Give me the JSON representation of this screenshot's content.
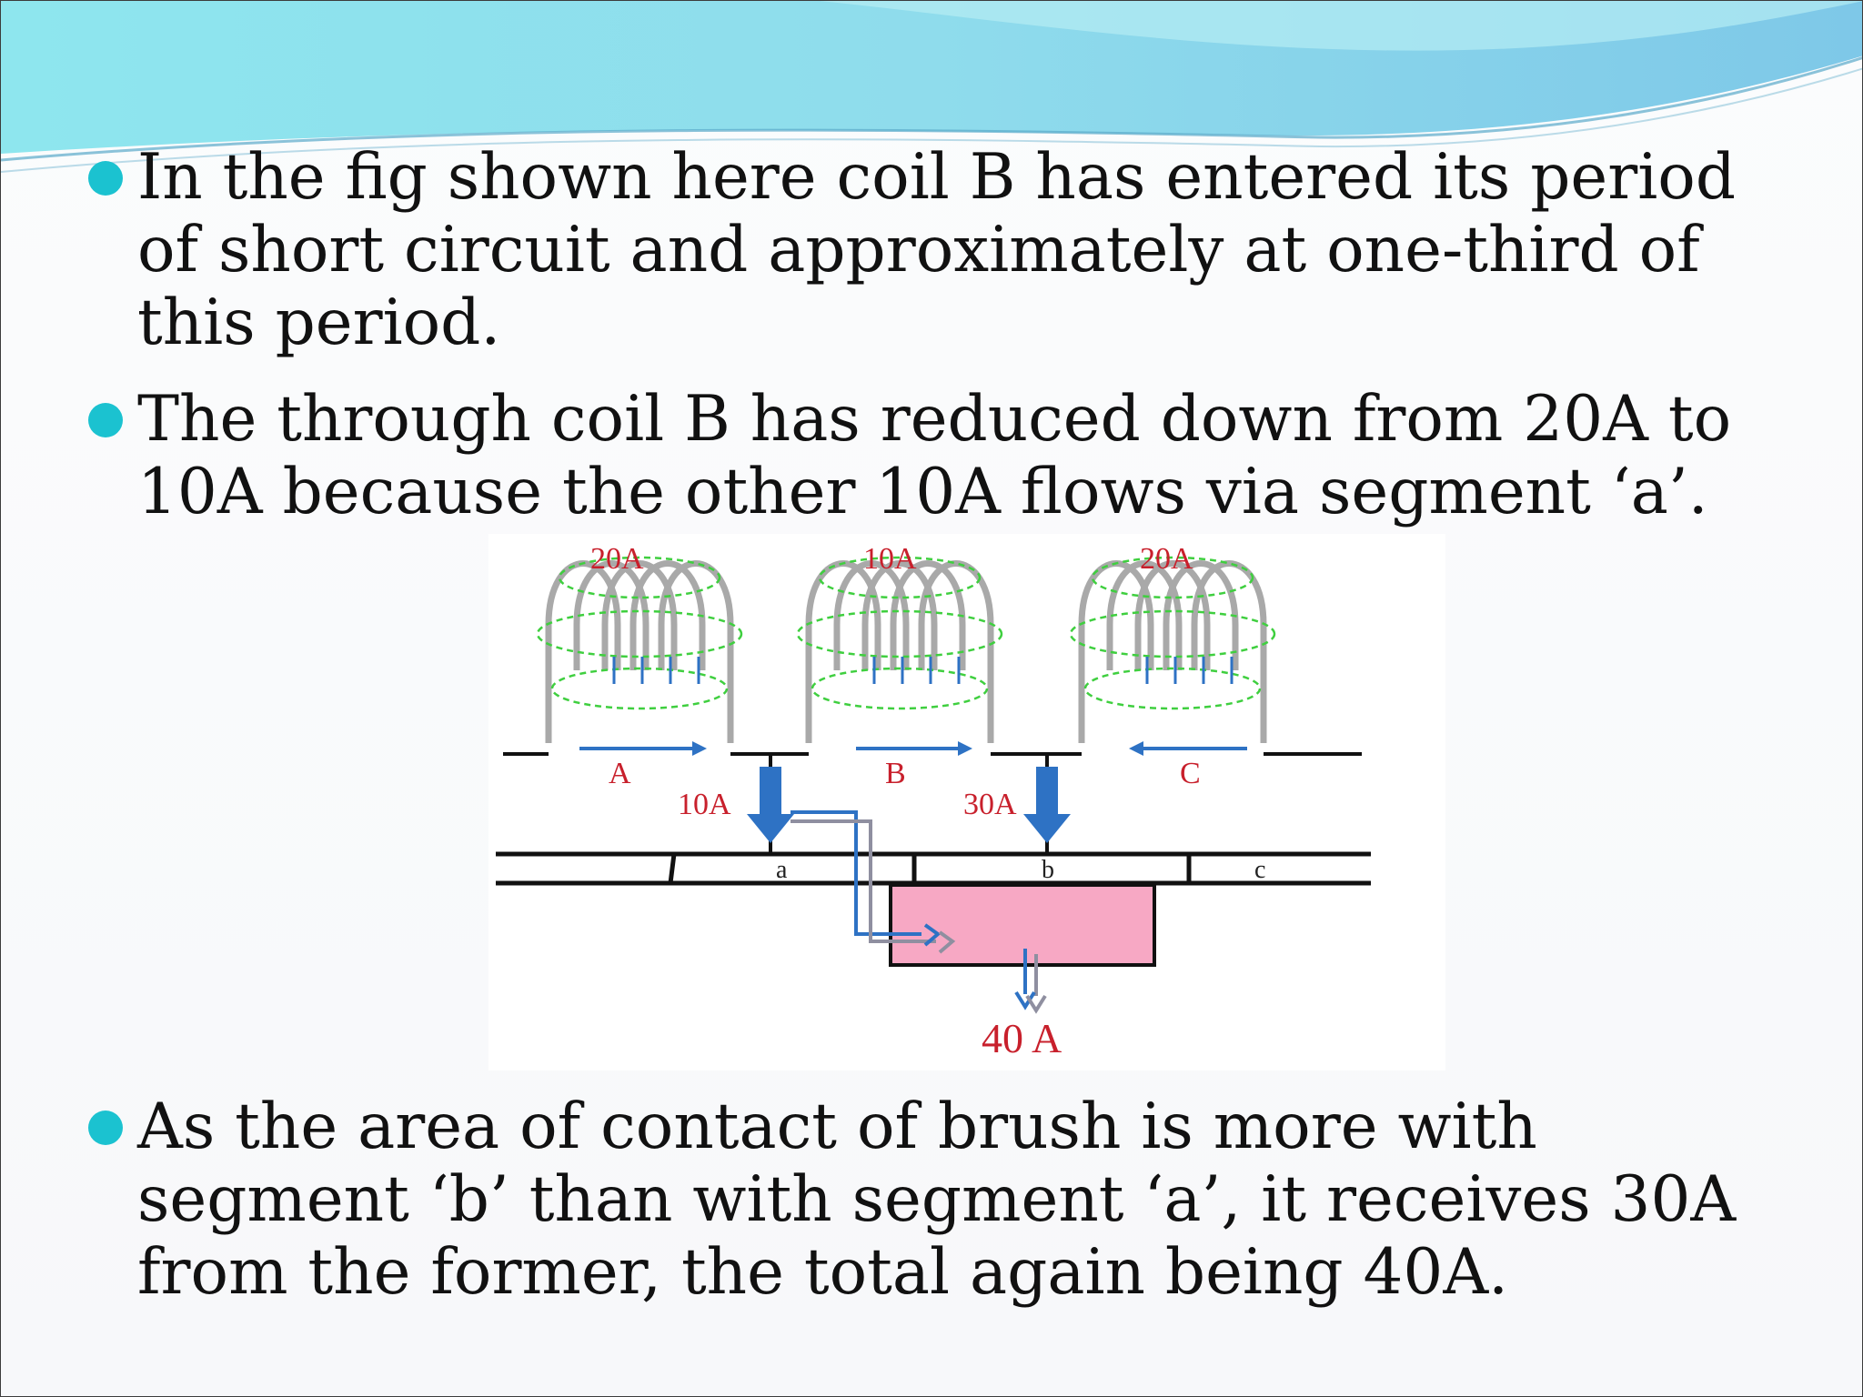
{
  "bullets": [
    "In the fig shown here coil B has entered its period of short circuit and approximately at one-third of this period.",
    "The through coil B has reduced down from 20A to 10A because the other 10A flows via segment ‘a’.",
    "As the area of contact of brush is more with segment ‘b’ than with segment ‘a’, it receives 30A from the former, the total again being 40A."
  ],
  "diagram": {
    "coil_currents": [
      "20A",
      "10A",
      "20A"
    ],
    "coil_names": [
      "A",
      "B",
      "C"
    ],
    "brush_currents": [
      "10A",
      "30A"
    ],
    "segments": [
      "a",
      "b",
      "c"
    ],
    "output_current": "40 A"
  },
  "colors": {
    "bullet": "#1bc2d0",
    "arrow_blue": "#2e72c4",
    "label_red": "#c8202c",
    "brush_pink": "#f7a8c4",
    "field_green": "#3fcf3f"
  }
}
